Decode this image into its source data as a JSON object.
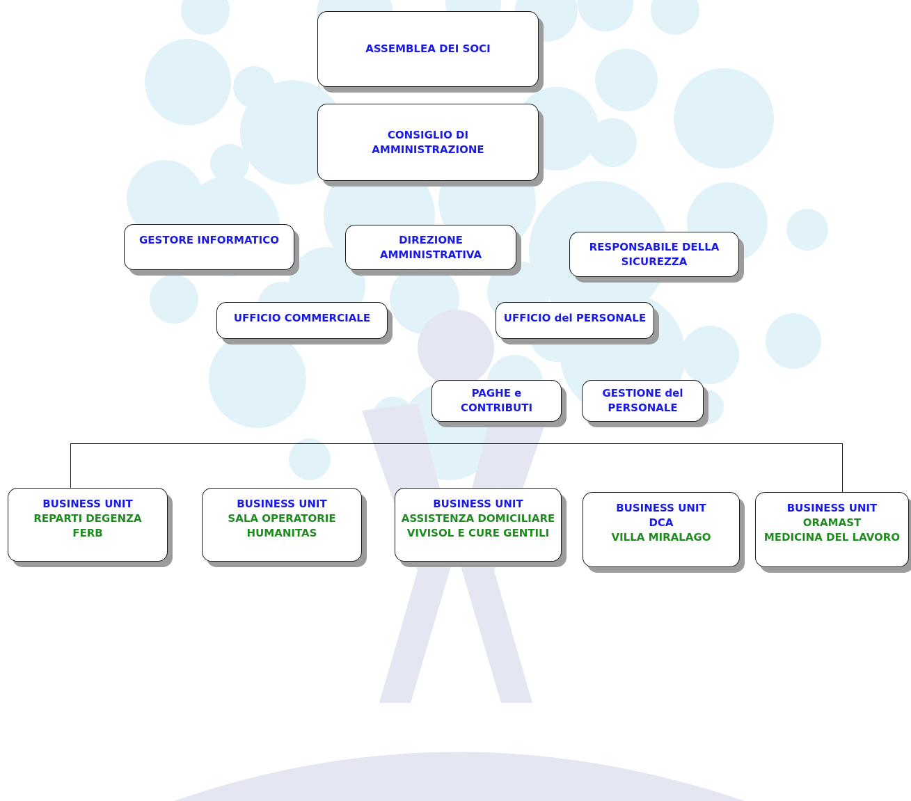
{
  "colors": {
    "title_text": "#1a1ae6",
    "unit_text": "#1f8a1f",
    "bubble": "#e1f2f9",
    "figure": "#e4e6f2"
  },
  "nodes": {
    "assemblea": {
      "lines": [
        "ASSEMBLEA DEI SOCI"
      ]
    },
    "consiglio": {
      "lines": [
        "CONSIGLIO DI",
        "AMMINISTRAZIONE"
      ]
    },
    "gestore_informatico": {
      "lines": [
        "GESTORE INFORMATICO"
      ]
    },
    "direzione_amministrativa": {
      "lines": [
        "DIREZIONE",
        "AMMINISTRATIVA"
      ]
    },
    "responsabile_sicurezza": {
      "lines": [
        "RESPONSABILE DELLA",
        "SICUREZZA"
      ]
    },
    "ufficio_commerciale": {
      "lines": [
        "UFFICIO COMMERCIALE"
      ]
    },
    "ufficio_personale": {
      "lines": [
        "UFFICIO del PERSONALE"
      ]
    },
    "paghe_contributi": {
      "lines": [
        "PAGHE e",
        "CONTRIBUTI"
      ]
    },
    "gestione_personale": {
      "lines": [
        "GESTIONE del",
        "PERSONALE"
      ]
    }
  },
  "business_units": [
    {
      "heading": "BUSINESS UNIT",
      "lines": [
        "REPARTI DEGENZA",
        "FERB"
      ]
    },
    {
      "heading": "BUSINESS UNIT",
      "lines": [
        "SALA OPERATORIE",
        "HUMANITAS"
      ]
    },
    {
      "heading": "BUSINESS UNIT",
      "lines": [
        "ASSISTENZA DOMICILIARE",
        "VIVISOL E CURE GENTILI"
      ]
    },
    {
      "heading": "BUSINESS UNIT",
      "blue_lines": [
        "DCA"
      ],
      "lines": [
        "VILLA MIRALAGO"
      ]
    },
    {
      "heading": "BUSINESS UNIT",
      "lines": [
        "ORAMAST",
        "MEDICINA DEL LAVORO"
      ]
    }
  ]
}
